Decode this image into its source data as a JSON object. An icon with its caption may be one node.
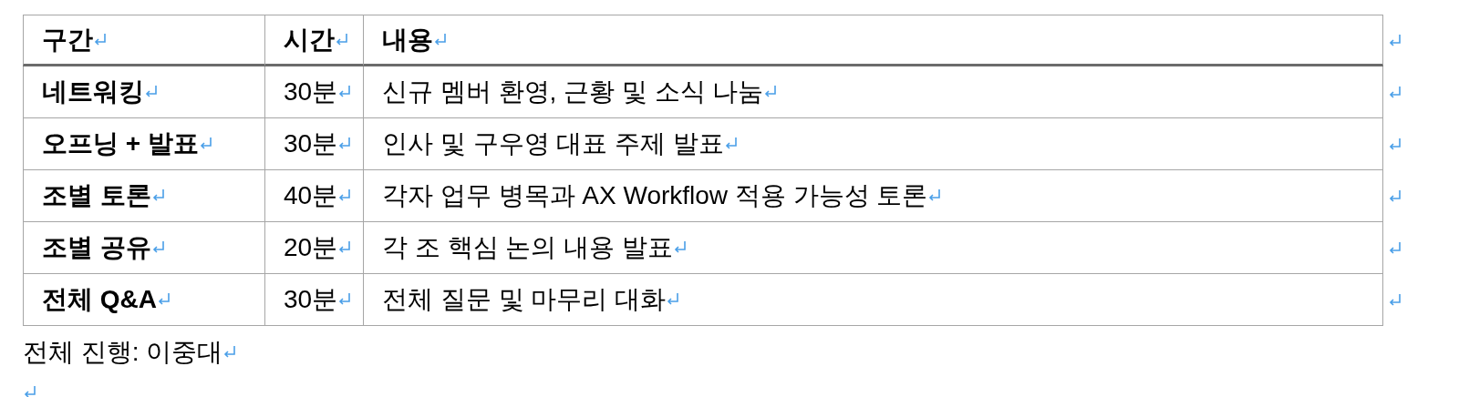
{
  "diagram": {
    "labels": [
      "구간",
      "시간",
      "내용",
      "네트워킹",
      "30분",
      "신규 멤버 환영, 근황 및 소식 나눔",
      "오프닝 + 발표",
      "30분",
      "인사 및 구우영 대표 주제 발표",
      "조별 토론",
      "40분",
      "각자 업무 병목과 AX Workflow 적용 가능성 토론",
      "조별 공유",
      "20분",
      "각 조 핵심 논의 내용 발표",
      "전체 Q&A",
      "30분",
      "전체 질문 및 마무리 대화",
      "전체 진행: 이중대"
    ]
  }
}
